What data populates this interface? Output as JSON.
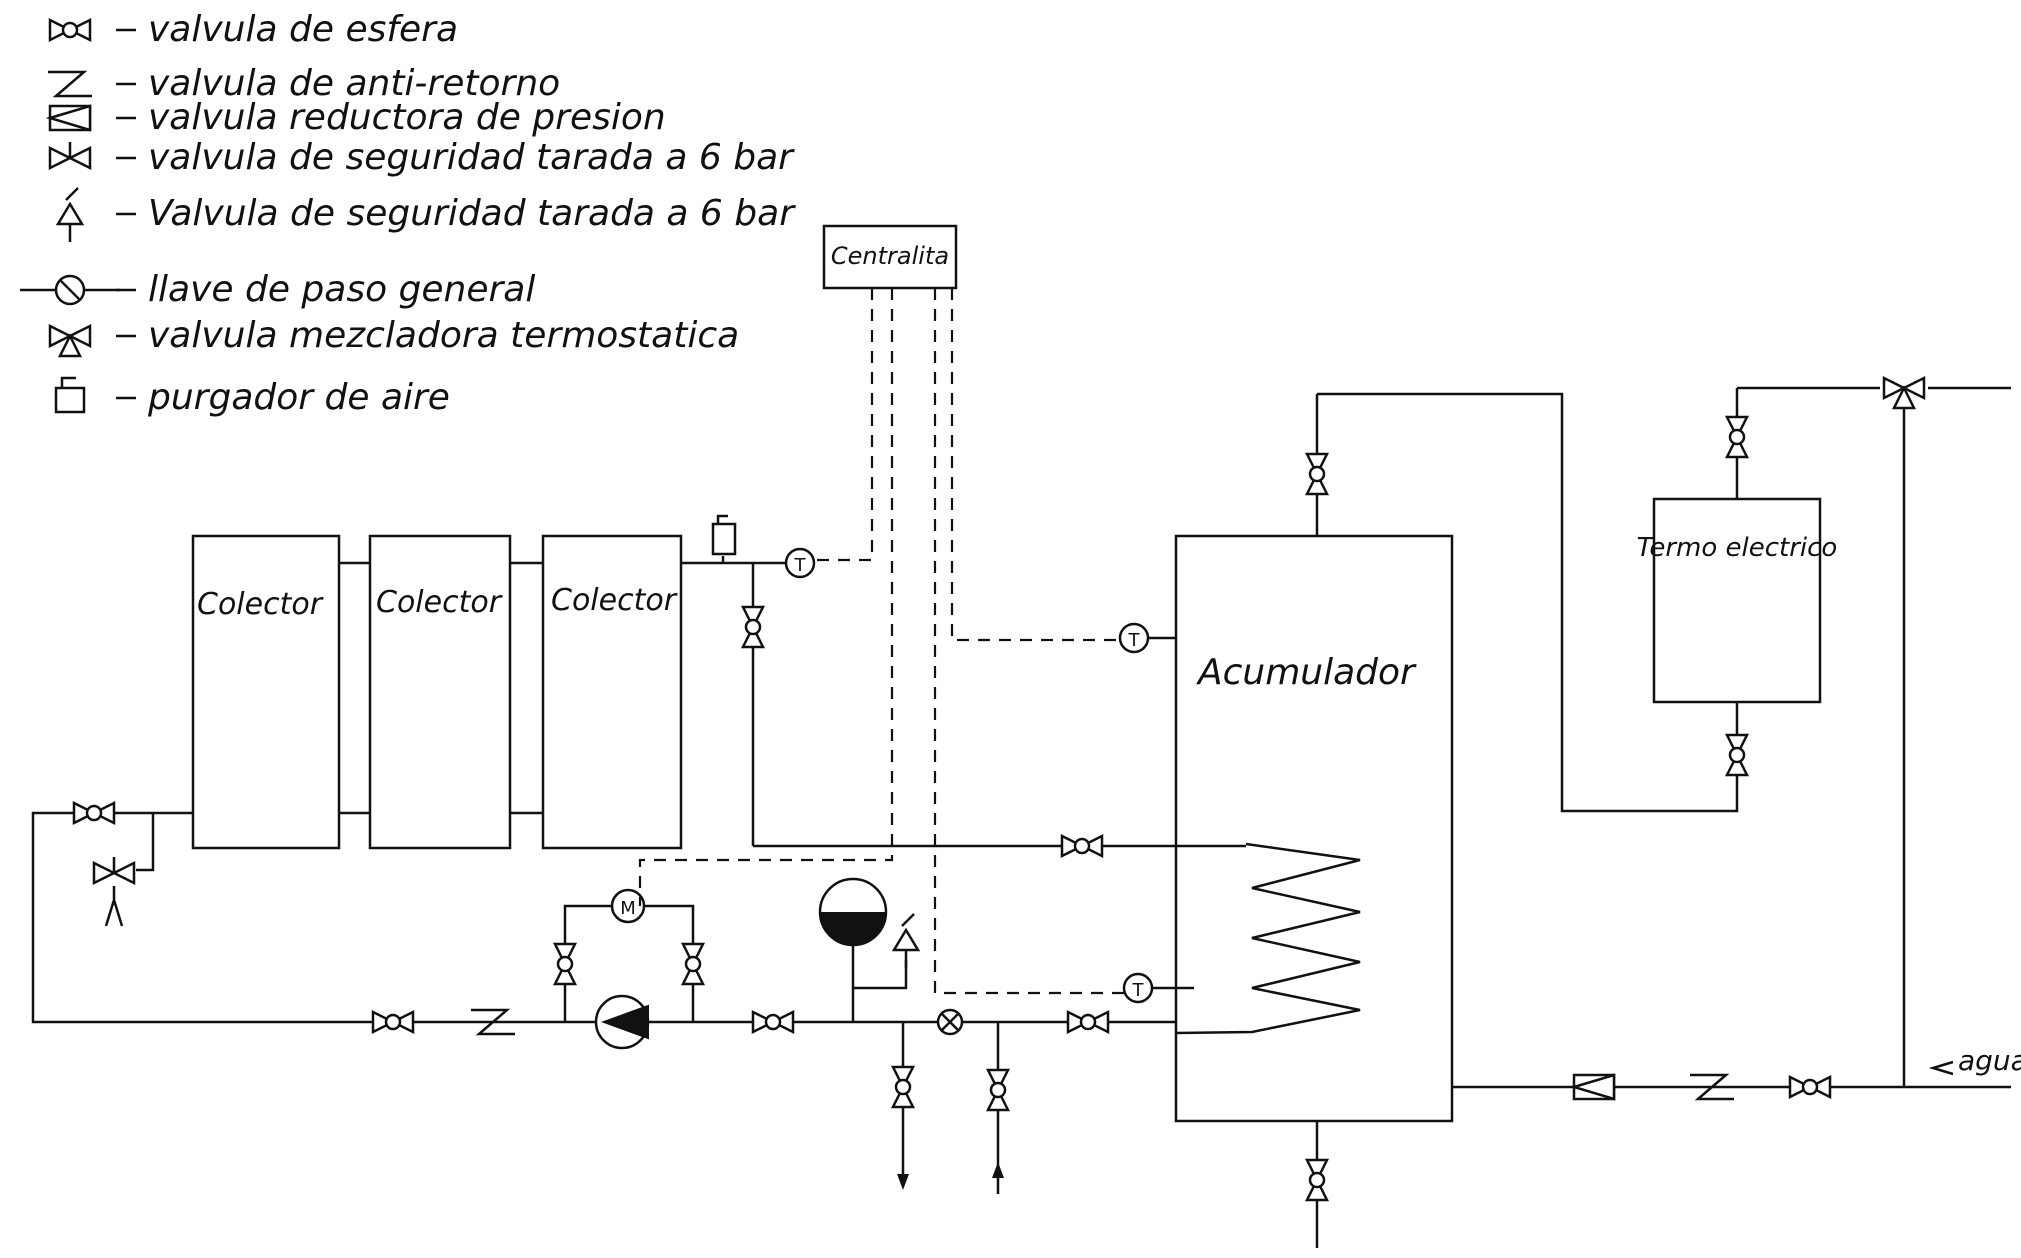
{
  "legend": [
    {
      "symbol": "ball-valve",
      "text": "valvula de esfera"
    },
    {
      "symbol": "check-valve",
      "text": "valvula de anti-retorno"
    },
    {
      "symbol": "pressure-reducing-valve",
      "text": "valvula reductora de presion"
    },
    {
      "symbol": "safety-valve",
      "text": "valvula de seguridad tarada a 6 bar"
    },
    {
      "symbol": "safety-valve-drain",
      "text": "Valvula de seguridad tarada a 6 bar"
    },
    {
      "symbol": "main-shutoff-valve",
      "text": "llave de paso general"
    },
    {
      "symbol": "thermostatic-mixing-valve",
      "text": "valvula mezcladora termostatica"
    },
    {
      "symbol": "air-purger",
      "text": "purgador de aire"
    }
  ],
  "components": {
    "controller": "Centralita",
    "collectors": [
      "Colector",
      "Colector",
      "Colector"
    ],
    "tank": "Acumulador",
    "heater": "Termo electrico",
    "sensor_label": "T",
    "pump_label": "M",
    "mains_water": "agua de la red"
  }
}
